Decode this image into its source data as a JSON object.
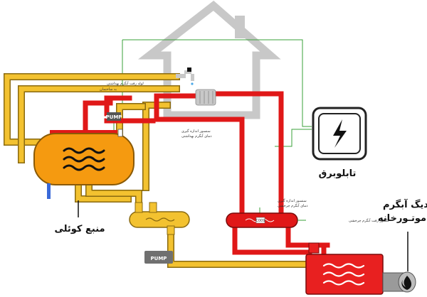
{
  "colors": {
    "hot": "#e01818",
    "warm": "#f3c230",
    "warm_edge": "#8a6a10",
    "tank": "#f59a10",
    "house": "#c8c8c8",
    "wire": "#3aa13a",
    "dark": "#111111",
    "boiler": "#e82020"
  },
  "labels": {
    "hot_water_supply": "لوله رفت آبگرم بهداشتی",
    "to_building": "به ساختمان",
    "pump_left": "PUMP",
    "pump_bottom": "PUMP",
    "sensor_temp_left_1": "سنسور اندازه گیری",
    "sensor_temp_left_2": "دمای آبگرم بهداشتی",
    "sensor_temp_right_1": "سنسور اندازه گیری",
    "sensor_temp_right_2": "دمای آبگرم چرخشی",
    "collector_label": "کلکتور رفت آبگرم چرخشی",
    "collector_box": "C009",
    "panel": "تابلوبرق",
    "tank": "منبع کوئلی",
    "boiler_1": "دیگ آبگرم",
    "boiler_2": "موتـورخانه"
  },
  "icons": {
    "lightning": "lightning-icon",
    "waves": "heat-waves-icon",
    "faucet": "faucet-icon",
    "flame": "flame-icon"
  }
}
